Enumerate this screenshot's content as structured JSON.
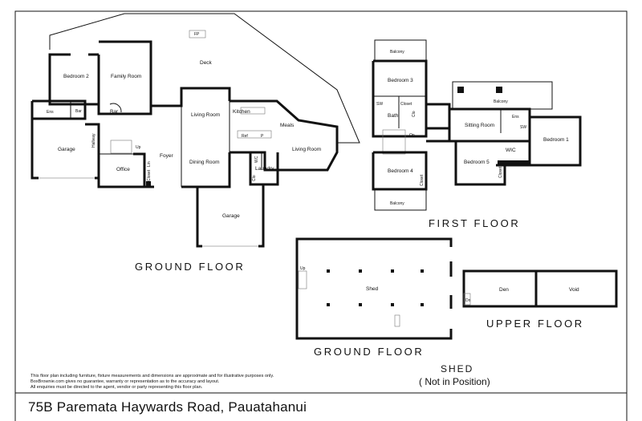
{
  "ground_floor": {
    "title": "GROUND FLOOR",
    "rooms": {
      "bedroom2": "Bedroom 2",
      "family_room": "Family Room",
      "deck": "Deck",
      "fp": "FP",
      "ens": "Ens",
      "bar": "Bar",
      "bar_small": "Bar",
      "hallway": "Hallway",
      "living_room_1": "Living Room",
      "kitchen": "Kitchen",
      "meals": "Meals",
      "living_room_2": "Living Room",
      "garage_1": "Garage",
      "up": "Up",
      "foyer": "Foyer",
      "office": "Office",
      "dining_room": "Dining Room",
      "laundry": "Laundry",
      "wc": "WC",
      "ref": "Ref",
      "p": "P",
      "lin": "Lin",
      "closet": "Closet",
      "clo": "Clo",
      "garage_2": "Garage"
    }
  },
  "first_floor": {
    "title": "FIRST FLOOR",
    "rooms": {
      "balcony_top": "Balcony",
      "bedroom3": "Bedroom 3",
      "bath": "Bath",
      "closet_b3": "Closet",
      "sw": "SW",
      "clo": "Clo",
      "on": "On",
      "balcony_right": "Balcony",
      "sitting_room": "Sitting Room",
      "ens": "Ens",
      "sw2": "SW",
      "bedroom1": "Bedroom 1",
      "wic": "WIC",
      "bedroom5": "Bedroom 5",
      "closet_b5": "Closet",
      "bedroom4": "Bedroom 4",
      "closet_b4": "Closet",
      "balcony_bottom": "Balcony"
    }
  },
  "shed": {
    "ground_title": "GROUND FLOOR",
    "upper_title": "UPPER FLOOR",
    "label": "SHED",
    "note": "( Not in Position)",
    "rooms": {
      "shed": "Shed",
      "up": "Up",
      "den": "Den",
      "void": "Void",
      "dn": "Dn"
    }
  },
  "disclaimer": [
    "This floor plan including furniture, fixture measurements and dimensions are approximate and for illustrative purposes only.",
    "BoxBrownie.com gives no guarantee, warranty or representation as to the accuracy and layout.",
    "All enquiries must be directed to the agent, vendor or party representing this floor plan."
  ],
  "address": "75B Paremata Haywards Road, Pauatahanui"
}
